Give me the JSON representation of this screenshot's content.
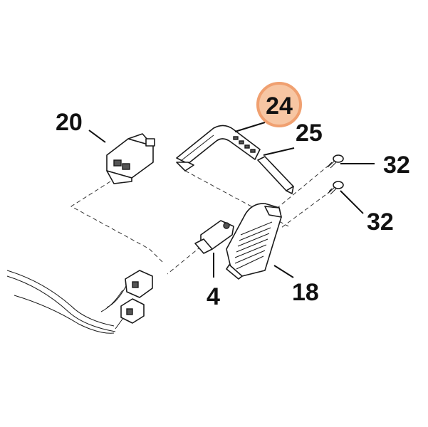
{
  "highlight_color": "#f0a070",
  "highlight_fill": "#f7c6a3",
  "callouts": {
    "part_24": "24",
    "part_25": "25",
    "part_20": "20",
    "part_32_top": "32",
    "part_32_bottom": "32",
    "part_4": "4",
    "part_18": "18"
  }
}
